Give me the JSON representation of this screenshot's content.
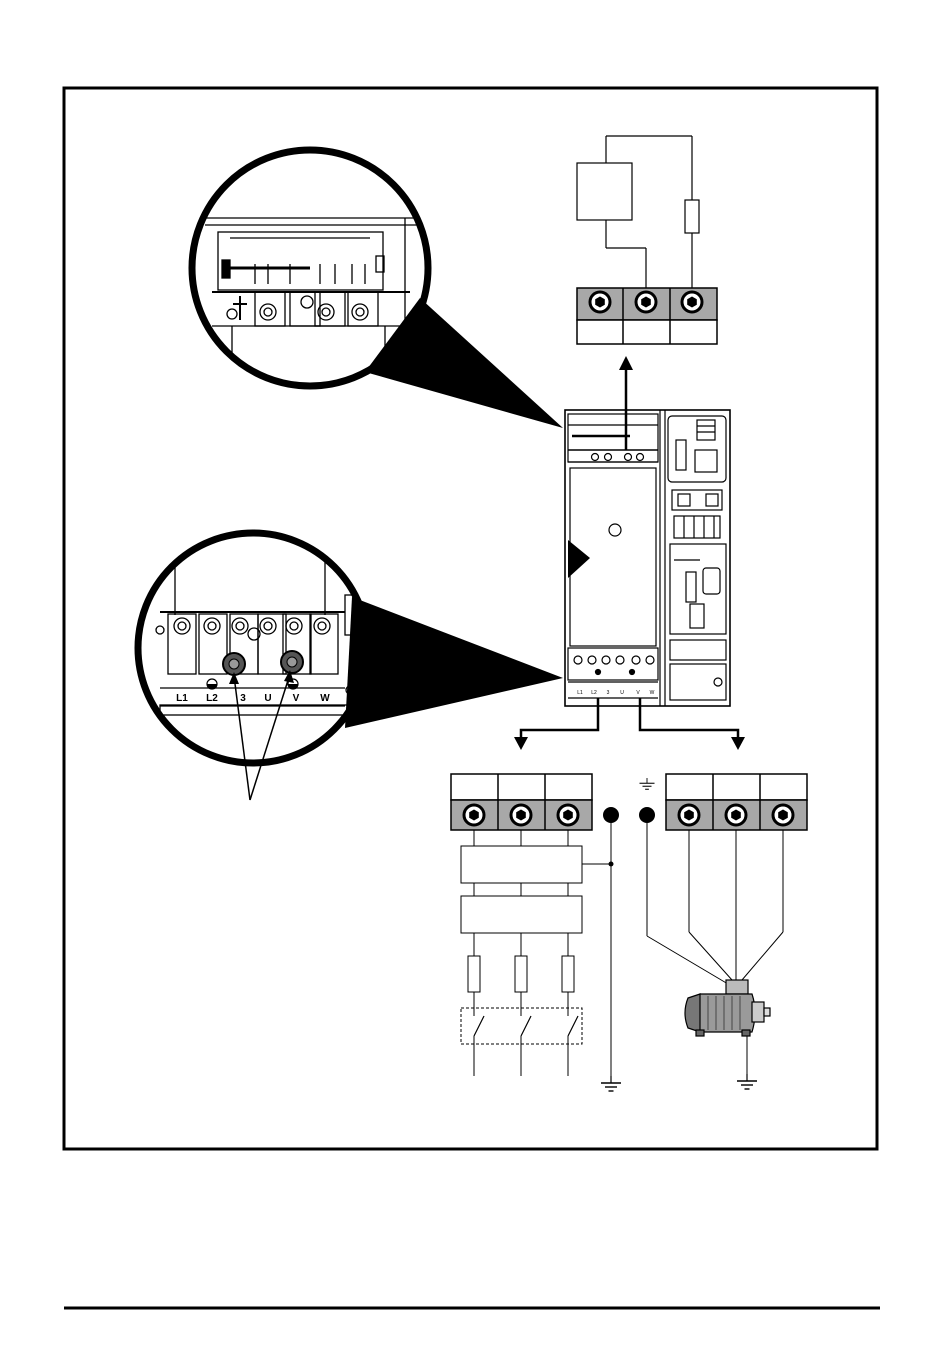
{
  "zoom_main_labels": [
    "L1",
    "L2",
    "3",
    "U",
    "V",
    "W"
  ],
  "drive_terminal_labels": [
    "L1",
    "L2",
    "3",
    "U",
    "V",
    "W"
  ],
  "colors": {
    "stroke": "#000000",
    "terminal_fill": "#a8a8a8",
    "background": "#ffffff"
  },
  "icons": [
    "terminal-nut-icon",
    "ground-icon",
    "fuse-icon",
    "resistor-icon",
    "motor-icon",
    "arrow-icon"
  ]
}
